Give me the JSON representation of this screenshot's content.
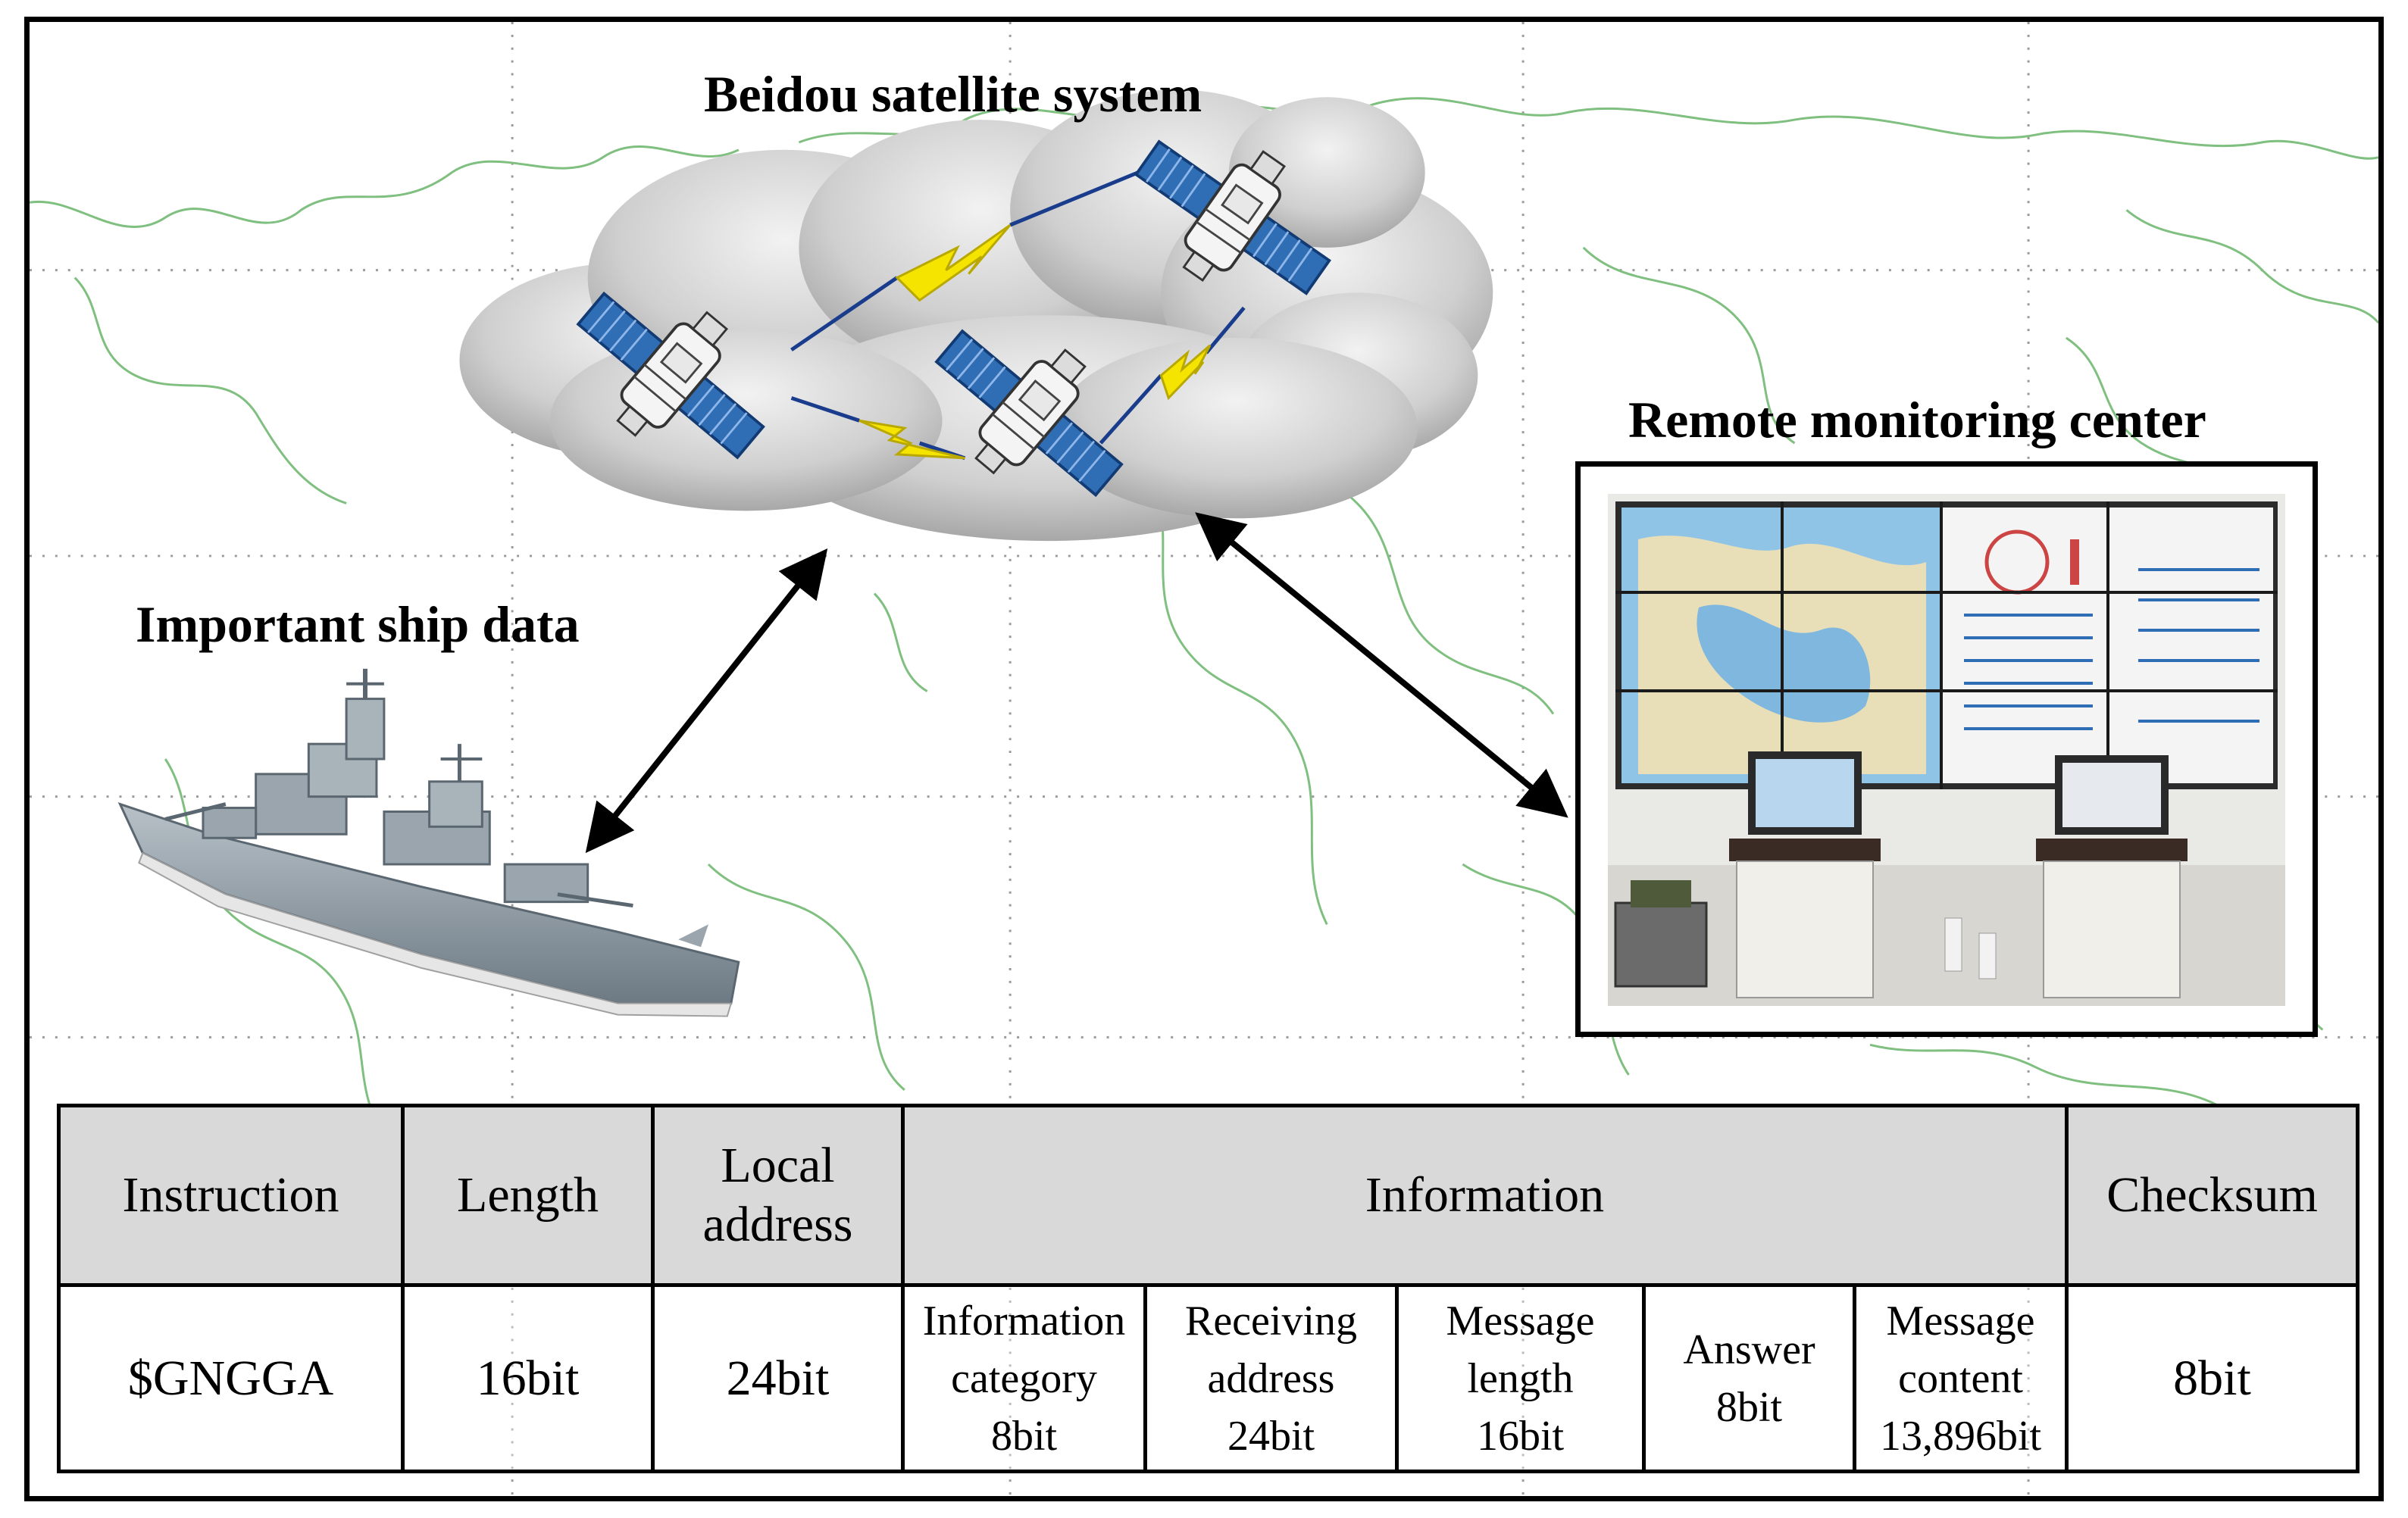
{
  "labels": {
    "satellite_system": "Beidou satellite system",
    "ship_data": "Important ship data",
    "monitoring_center": "Remote monitoring center"
  },
  "frame_table": {
    "header": {
      "instruction": "Instruction",
      "length": "Length",
      "local_address_line1": "Local",
      "local_address_line2": "address",
      "information": "Information",
      "checksum": "Checksum"
    },
    "values": {
      "instruction": "$GNGGA",
      "length": "16bit",
      "local_address": "24bit",
      "checksum": "8bit"
    },
    "information_fields": [
      {
        "lines": [
          "Information",
          "category",
          "8bit"
        ]
      },
      {
        "lines": [
          "Receiving",
          "address",
          "24bit"
        ]
      },
      {
        "lines": [
          "Message",
          "length",
          "16bit"
        ]
      },
      {
        "lines": [
          "Answer",
          "8bit"
        ]
      },
      {
        "lines": [
          "Message",
          "content",
          "13,896bit"
        ]
      }
    ]
  },
  "colors": {
    "map_lines": "#7fbf7f",
    "grid_dots": "#9a9a9a",
    "cloud": "#c8c8c8",
    "solar_panel": "#2f6db5",
    "lightning": "#f5e400",
    "link_line": "#1a3c8c",
    "table_header_bg": "#d9d9d9",
    "ship_hull": "#8f9aa3"
  }
}
